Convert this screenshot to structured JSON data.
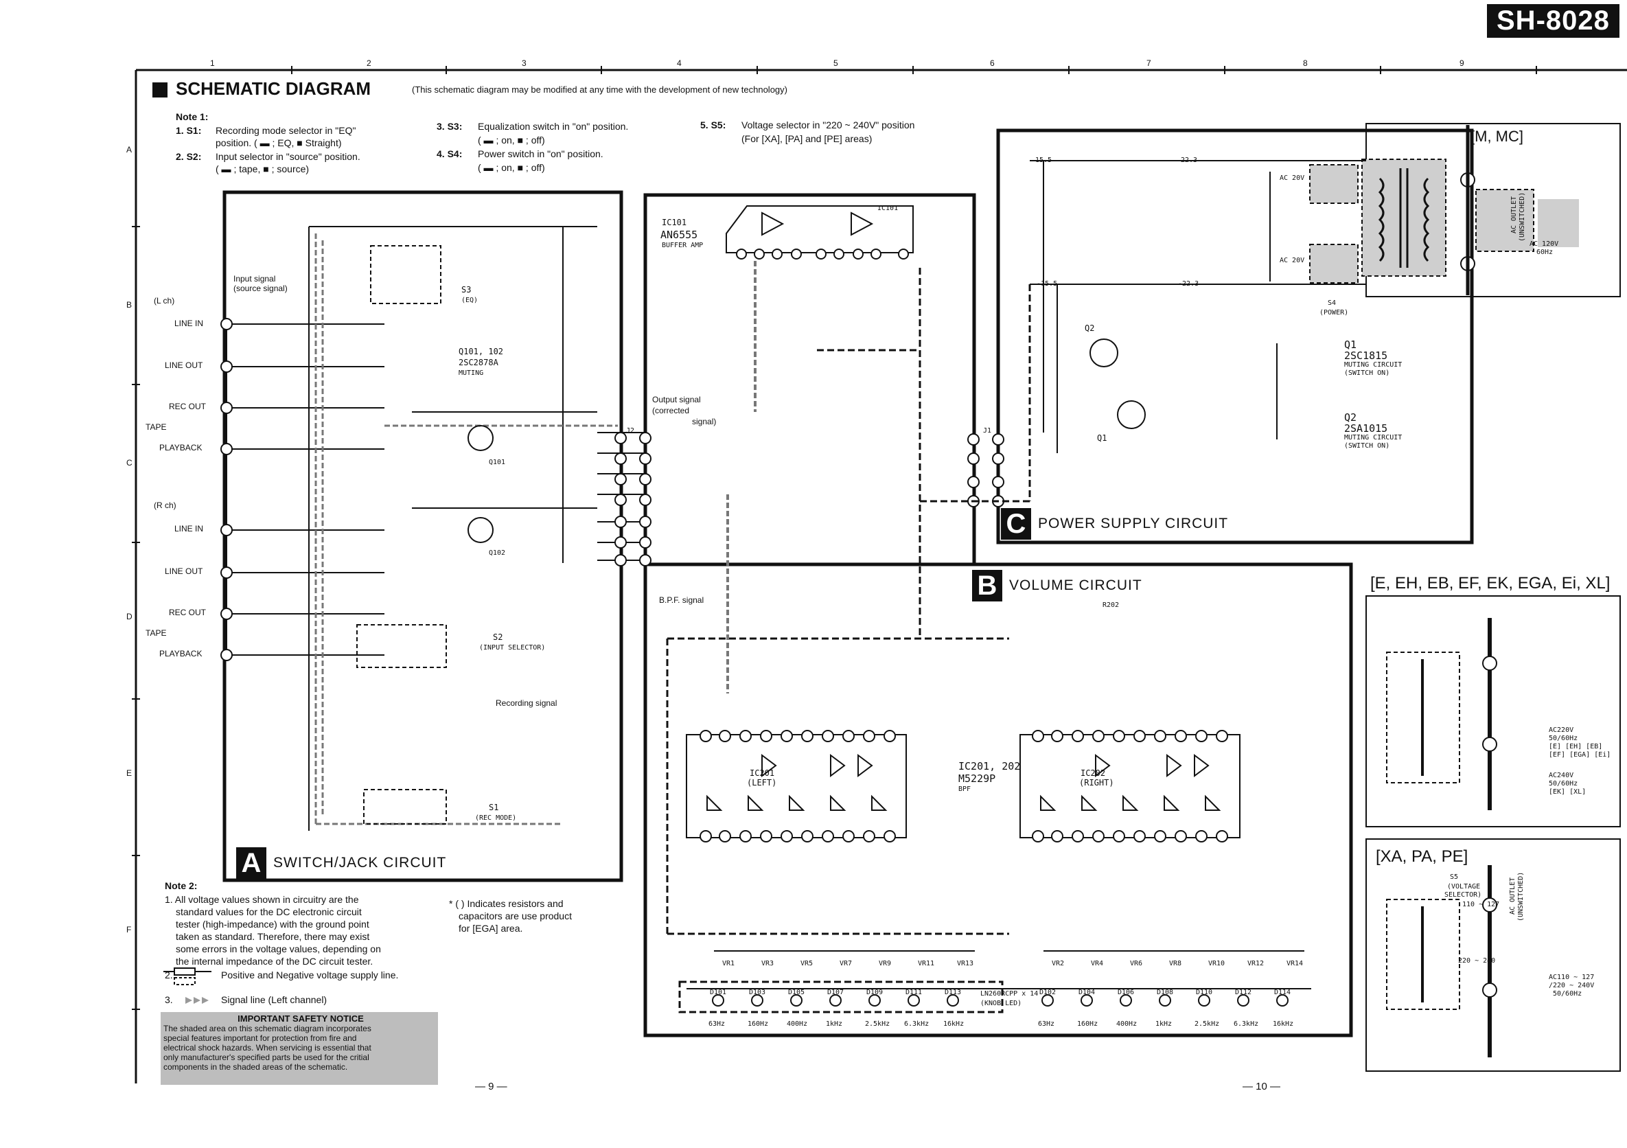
{
  "header": {
    "model": "SH-8028",
    "title": "SCHEMATIC DIAGRAM",
    "disclaimer": "(This schematic diagram may be modified at any time with the development of new technology)",
    "columns": [
      "1",
      "2",
      "3",
      "4",
      "5",
      "6",
      "7",
      "8",
      "9"
    ],
    "rows": [
      "A",
      "B",
      "C",
      "D",
      "E",
      "F"
    ]
  },
  "notes1": {
    "heading": "Note 1:",
    "s1_key": "1. S1:",
    "s1_a": "Recording mode selector in \"EQ\"",
    "s1_b": "position. ( ▬ ; EQ, ■ Straight)",
    "s2_key": "2. S2:",
    "s2_a": "Input selector in \"source\" position.",
    "s2_b": "( ▬ ; tape, ■ ; source)",
    "s3_key": "3. S3:",
    "s3_a": "Equalization switch in \"on\" position.",
    "s3_b": "( ▬ ; on, ■ ; off)",
    "s4_key": "4. S4:",
    "s4_a": "Power switch in \"on\" position.",
    "s4_b": "( ▬ ; on, ■ ; off)",
    "s5_key": "5. S5:",
    "s5_a": "Voltage selector in \"220 ~ 240V\" position",
    "s5_b": "(For [XA], [PA] and [PE] areas)"
  },
  "sections": {
    "a_letter": "A",
    "a_title": "SWITCH/JACK CIRCUIT",
    "b_letter": "B",
    "b_title": "VOLUME CIRCUIT",
    "c_letter": "C",
    "c_title": "POWER SUPPLY CIRCUIT"
  },
  "jacks": {
    "lch": "(L ch)",
    "rch": "(R ch)",
    "line_in_l": "LINE IN",
    "line_out_l": "LINE OUT",
    "rec_out_l": "REC OUT",
    "tape_l": "TAPE",
    "playback_l": "PLAYBACK",
    "line_in_r": "LINE IN",
    "line_out_r": "LINE OUT",
    "rec_out_r": "REC OUT",
    "tape_r": "TAPE",
    "playback_r": "PLAYBACK"
  },
  "labels": {
    "input_signal": "Input signal",
    "source_signal": "(source signal)",
    "output_signal": "Output signal",
    "corrected": "(corrected",
    "signal": "signal)",
    "bpf_signal": "B.P.F. signal",
    "recording_signal": "Recording signal",
    "ic101": "IC101",
    "ic101_part": "AN6555",
    "ic101_desc": "BUFFER AMP",
    "ic101_top": "IC101",
    "q101_102": "Q101, 102",
    "q101_102_part": "2SC2878A",
    "q101_102_desc": "MUTING",
    "q101": "Q101",
    "q102": "Q102",
    "s3": "S3",
    "s3_desc": "(EQ)",
    "s2": "S2",
    "s2_desc": "(INPUT SELECTOR)",
    "s1": "S1",
    "s1_desc": "(REC MODE)",
    "s4": "S4",
    "s4_desc": "(POWER)",
    "ic201_202": "IC201, 202",
    "ic201_202_part": "M5229P",
    "ic201_202_desc": "BPF",
    "ic201": "IC201",
    "ic201_side": "(LEFT)",
    "ic202": "IC202",
    "ic202_side": "(RIGHT)",
    "q1_label": "Q1",
    "q1_part": "2SC1815",
    "q1_desc_a": "MUTING CIRCUIT",
    "q1_desc_b": "(SWITCH ON)",
    "q2_label": "Q2",
    "q2_part": "2SA1015",
    "q2_desc_a": "MUTING CIRCUIT",
    "q2_desc_b": "(SWITCH ON)",
    "q1_small": "Q1",
    "q2_small": "Q2",
    "j1": "J1",
    "j2": "J2",
    "mmc": "[M, MC]",
    "ac120": "AC 120V",
    "ac120_hz": "60Hz",
    "ac_outlet": "AC OUTLET",
    "unswitched": "(UNSWITCHED)",
    "ac20v_a": "AC 20V",
    "ac20v_b": "AC 20V",
    "v155_a": "15.5",
    "v155_b": "-15.5",
    "v223_a": "22.3",
    "v223_b": "-22.3",
    "led_part": "LN260RCPP x 14",
    "led_desc": "(KNOB LED)",
    "r202": "R202"
  },
  "freq": {
    "left": [
      "63Hz",
      "160Hz",
      "400Hz",
      "1kHz",
      "2.5kHz",
      "6.3kHz",
      "16kHz"
    ],
    "right": [
      "63Hz",
      "160Hz",
      "400Hz",
      "1kHz",
      "2.5kHz",
      "6.3kHz",
      "16kHz"
    ],
    "leds_left": [
      "D101",
      "D103",
      "D105",
      "D107",
      "D109",
      "D111",
      "D113"
    ],
    "leds_right": [
      "D102",
      "D104",
      "D106",
      "D108",
      "D110",
      "D112",
      "D114"
    ],
    "vr_left": [
      "VR1",
      "VR3",
      "VR5",
      "VR7",
      "VR9",
      "VR11",
      "VR13"
    ],
    "vr_right": [
      "VR2",
      "VR4",
      "VR6",
      "VR8",
      "VR10",
      "VR12",
      "VR14"
    ]
  },
  "variants": {
    "e_group": "[E, EH, EB, EF, EK, EGA, Ei, XL]",
    "e_ac220": "AC220V",
    "e_hz1": "50/60Hz",
    "e_areas1": "[E] [EH] [EB]",
    "e_areas2": "[EF] [EGA] [Ei]",
    "e_ac240": "AC240V",
    "e_hz2": "50/60Hz",
    "e_areas3": "[EK] [XL]",
    "x_group": "[XA, PA, PE]",
    "x_s5": "S5",
    "x_s5_desc_a": "(VOLTAGE",
    "x_s5_desc_b": "SELECTOR)",
    "x_110_127": "110 ~ 127",
    "x_220_240": "220 ~ 240",
    "x_ac": "AC110 ~ 127",
    "x_ac2": "/220 ~ 240V",
    "x_hz": "50/60Hz",
    "x_outlet": "AC OUTLET",
    "x_unsw": "(UNSWITCHED)"
  },
  "notes2": {
    "heading": "Note 2:",
    "l1": "1. All voltage values shown in circuitry are the",
    "l2": "standard values for the DC electronic circuit",
    "l3": "tester (high-impedance) with the ground point",
    "l4": "taken as standard. Therefore, there may exist",
    "l5": "some errors in the voltage values, depending on",
    "l6": "the internal impedance of the DC circuit tester.",
    "l7_key": "2.",
    "l7": "Positive and Negative voltage supply line.",
    "l8_key": "3.",
    "l8": "Signal line (Left channel)",
    "ega_a": "* (    ) Indicates resistors and",
    "ega_b": "capacitors are use product",
    "ega_c": "for [EGA] area."
  },
  "safety": {
    "title": "IMPORTANT SAFETY NOTICE",
    "l1": "The shaded area on this schematic diagram incorporates",
    "l2": "special features important for protection from fire and",
    "l3": "electrical shock hazards. When servicing is essential that",
    "l4": "only manufacturer's specified parts be used for the critial",
    "l5": "components in the shaded areas of the schematic."
  },
  "pages": {
    "left": "— 9 —",
    "right": "— 10 —"
  }
}
